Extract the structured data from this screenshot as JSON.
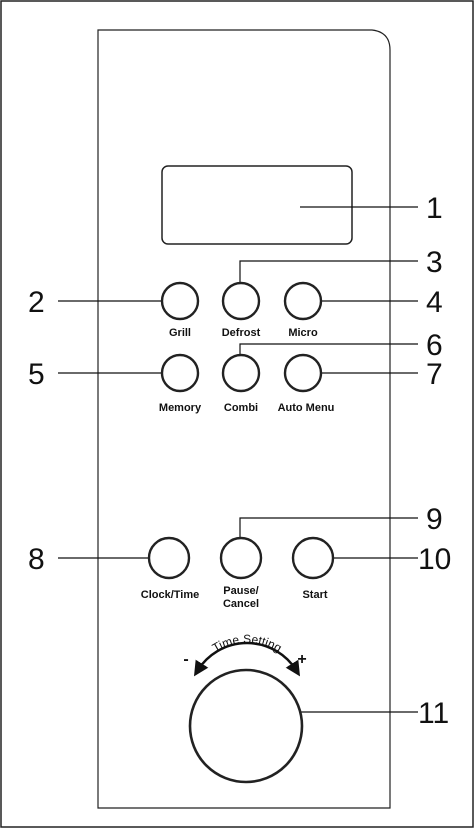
{
  "buttons": {
    "grill": "Grill",
    "defrost": "Defrost",
    "micro": "Micro",
    "memory": "Memory",
    "combi": "Combi",
    "auto_menu": "Auto Menu",
    "clock_time": "Clock/Time",
    "pause_line1": "Pause/",
    "pause_line2": "Cancel",
    "start": "Start"
  },
  "dial": {
    "label": "Time Setting",
    "minus": "-",
    "plus": "+"
  },
  "callouts": [
    "1",
    "2",
    "3",
    "4",
    "5",
    "6",
    "7",
    "8",
    "9",
    "10",
    "11"
  ]
}
